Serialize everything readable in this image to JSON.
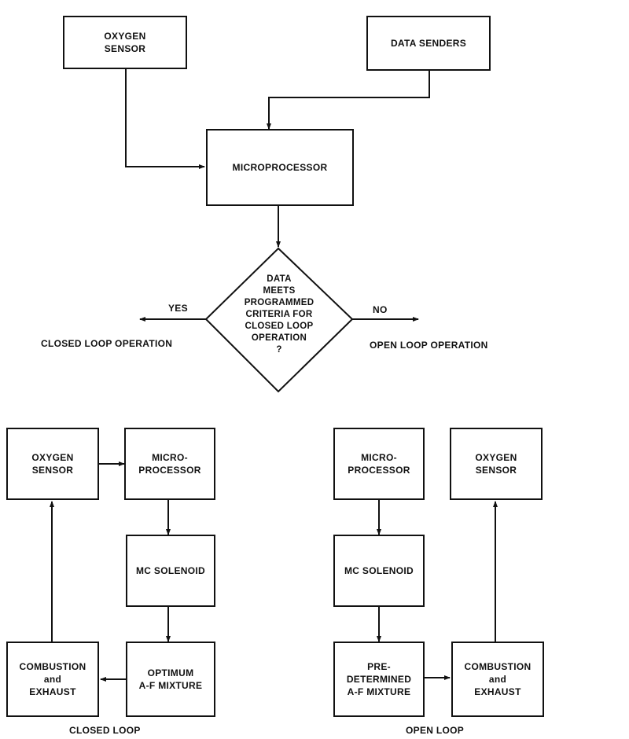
{
  "top": {
    "oxygen_sensor": "OXYGEN\nSENSOR",
    "data_senders": "DATA SENDERS",
    "microprocessor": "MICROPROCESSOR",
    "decision": "DATA\nMEETS\nPROGRAMMED\nCRITERIA FOR\nCLOSED LOOP\nOPERATION\n?",
    "yes": "YES",
    "no": "NO",
    "closed_loop_operation": "CLOSED LOOP OPERATION",
    "open_loop_operation": "OPEN LOOP OPERATION"
  },
  "closed_loop": {
    "oxygen_sensor": "OXYGEN\nSENSOR",
    "microprocessor": "MICRO-\nPROCESSOR",
    "mc_solenoid": "MC SOLENOID",
    "mixture": "OPTIMUM\nA-F MIXTURE",
    "combustion": "COMBUSTION\nand\nEXHAUST",
    "caption": "CLOSED LOOP"
  },
  "open_loop": {
    "microprocessor": "MICRO-\nPROCESSOR",
    "oxygen_sensor": "OXYGEN\nSENSOR",
    "mc_solenoid": "MC SOLENOID",
    "mixture": "PRE-\nDETERMINED\nA-F MIXTURE",
    "combustion": "COMBUSTION\nand\nEXHAUST",
    "caption": "OPEN LOOP"
  }
}
